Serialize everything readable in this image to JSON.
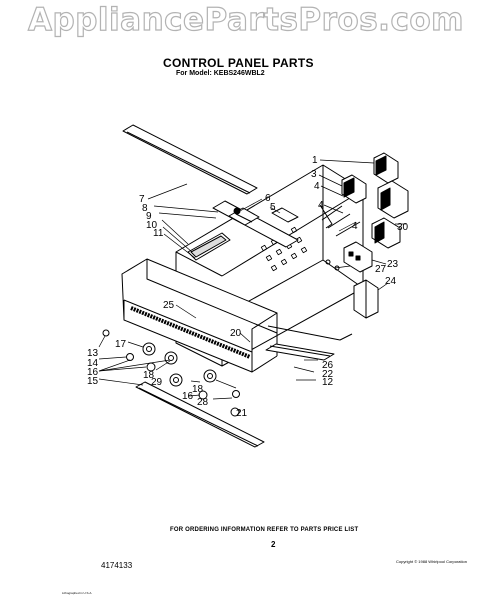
{
  "watermark": "AppliancePartsPros.com",
  "header": {
    "title": "CONTROL PANEL PARTS",
    "subtitle": "For Model: KEBS246WBL2"
  },
  "callouts": [
    "1",
    "3",
    "4",
    "4",
    "4",
    "30",
    "7",
    "6",
    "5",
    "8",
    "9",
    "10",
    "11",
    "23",
    "27",
    "24",
    "25",
    "20",
    "26",
    "22",
    "12",
    "13",
    "17",
    "14",
    "16",
    "18",
    "15",
    "29",
    "16",
    "18",
    "28",
    "21"
  ],
  "footer": {
    "note": "FOR ORDERING INFORMATION REFER TO PARTS PRICE LIST",
    "page_number": "2",
    "document_number": "4174133",
    "copyright": "Copyright © 1988 Whirlpool Corporation",
    "litho": "Lithographed in U.S.A."
  },
  "colors": {
    "line": "#000000",
    "watermark_outline": "#b3b3b3"
  }
}
